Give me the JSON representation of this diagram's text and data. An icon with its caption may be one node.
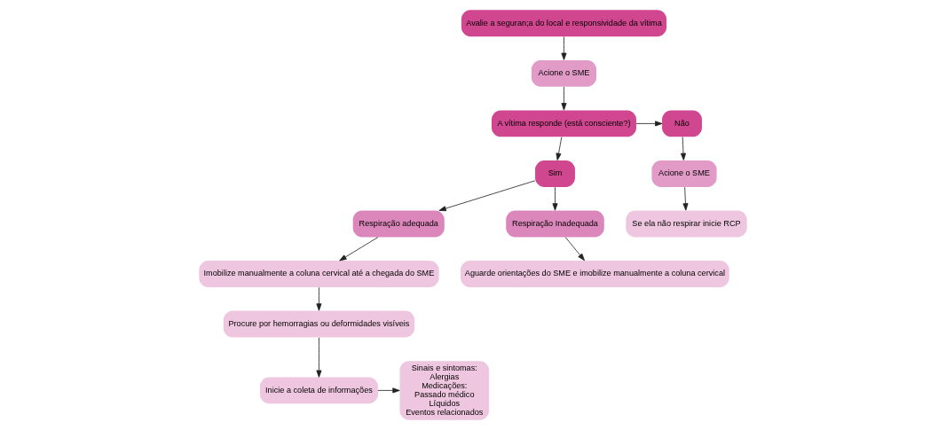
{
  "diagram": {
    "nodes": [
      {
        "text": [
          "Avalie a seguran;a do local e responsividade da vítima"
        ]
      },
      {
        "text": [
          "Acione o SME"
        ]
      },
      {
        "text": [
          "A vítima responde (está consciente?)"
        ]
      },
      {
        "text": [
          "Sim"
        ]
      },
      {
        "text": [
          "Não"
        ]
      },
      {
        "text": [
          "Respiração adequada"
        ]
      },
      {
        "text": [
          "Respiração Inadequada"
        ]
      },
      {
        "text": [
          "Imobilize manualmente a coluna cervical até a chegada do SME"
        ]
      },
      {
        "text": [
          "Aguarde orientações do SME e imobilize manualmente a coluna cervical"
        ]
      },
      {
        "text": [
          "Procure por hemorragias ou deformidades visíveis"
        ]
      },
      {
        "text": [
          "Inicie a coleta de informações"
        ]
      },
      {
        "text": [
          "Sinais e sintomas:",
          "Alergias",
          "Medicações:",
          "Passado médico",
          "Líquidos",
          "Eventos relacionados"
        ]
      },
      {
        "text": [
          "Acione o SME"
        ]
      },
      {
        "text": [
          "Se ela não respirar inicie RCP"
        ]
      }
    ],
    "edges": [
      {
        "from": 0,
        "to": 1,
        "arrow": "to"
      },
      {
        "from": 1,
        "to": 2,
        "arrow": "to"
      },
      {
        "from": 2,
        "to": 3,
        "arrow": "to"
      },
      {
        "from": 2,
        "to": 4,
        "arrow": "to"
      },
      {
        "from": 3,
        "to": 5,
        "arrow": "to"
      },
      {
        "from": 3,
        "to": 6,
        "arrow": "to"
      },
      {
        "from": 5,
        "to": 7,
        "arrow": "to"
      },
      {
        "from": 6,
        "to": 8,
        "arrow": "to"
      },
      {
        "from": 7,
        "to": 9,
        "arrow": "to"
      },
      {
        "from": 9,
        "to": 10,
        "arrow": "to"
      },
      {
        "from": 10,
        "to": 11,
        "arrow": "to"
      },
      {
        "from": 4,
        "to": 12,
        "arrow": "to"
      },
      {
        "from": 12,
        "to": 13,
        "arrow": "to"
      }
    ]
  }
}
